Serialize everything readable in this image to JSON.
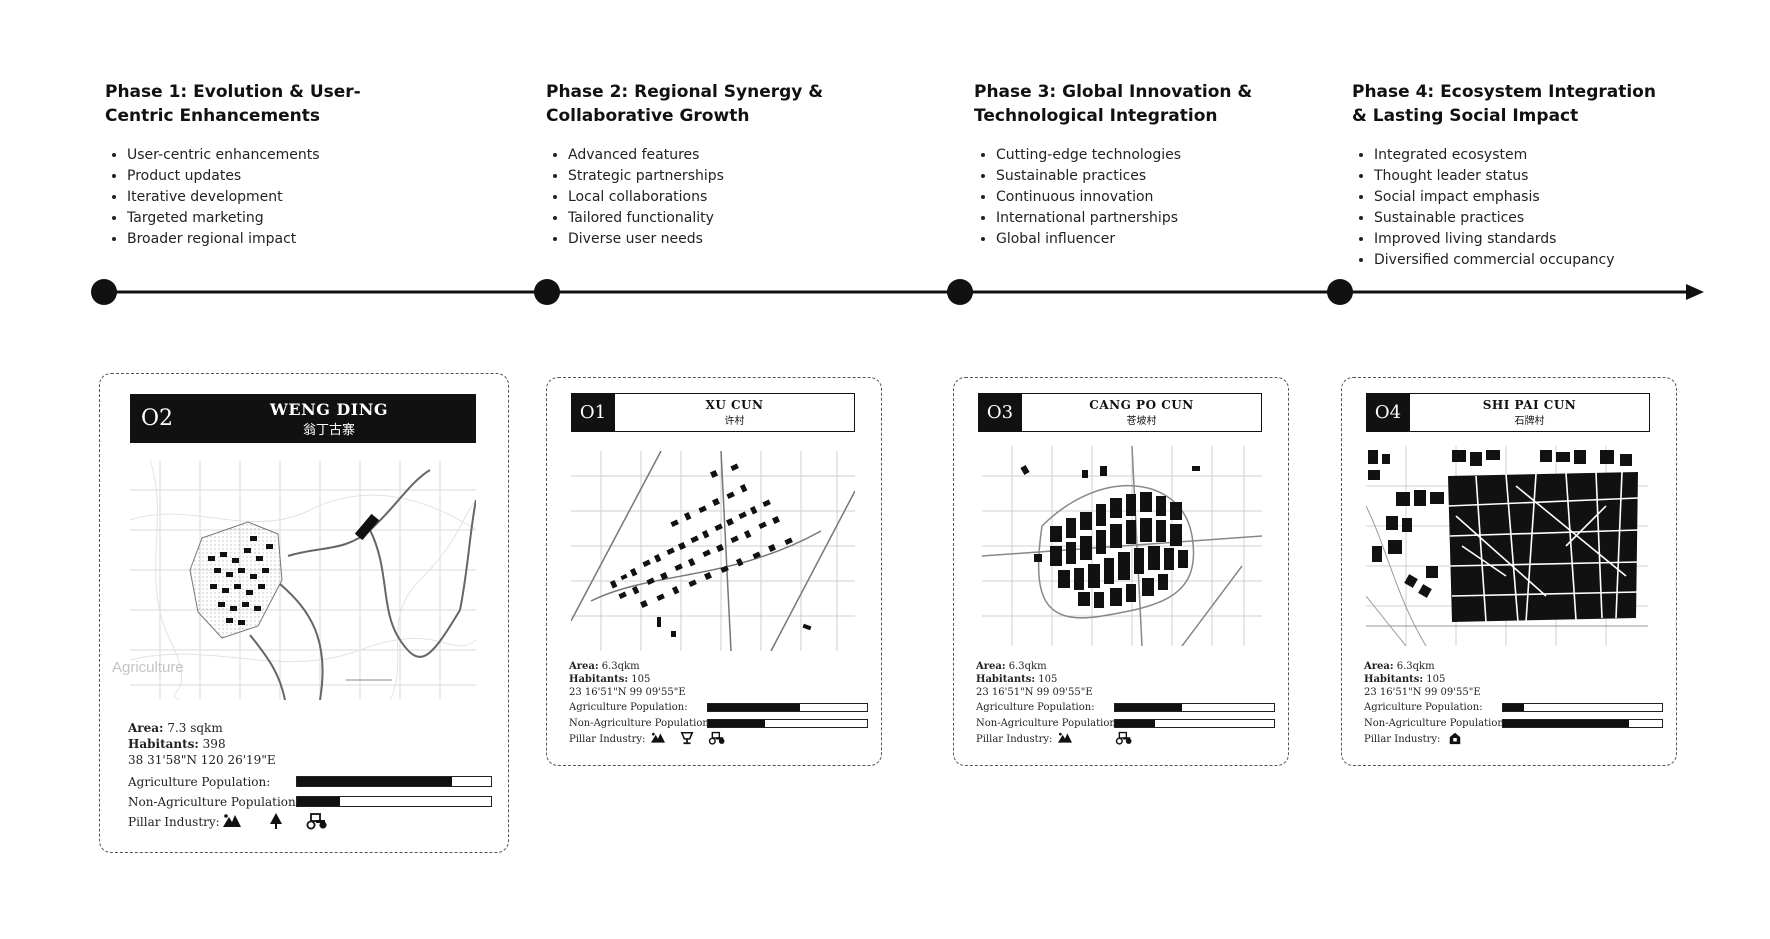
{
  "phases": [
    {
      "title": "Phase 1: Evolution & User-\nCentric Enhancements",
      "items": [
        "User-centric enhancements",
        "Product updates",
        "Iterative development",
        "Targeted marketing",
        "Broader regional impact"
      ]
    },
    {
      "title": "Phase 2: Regional Synergy &\nCollaborative Growth",
      "items": [
        "Advanced features",
        "Strategic partnerships",
        "Local collaborations",
        "Tailored functionality",
        "Diverse user needs"
      ]
    },
    {
      "title": "Phase 3: Global Innovation &\nTechnological Integration",
      "items": [
        "Cutting-edge technologies",
        "Sustainable practices",
        "Continuous innovation",
        "International partnerships",
        "Global influencer"
      ]
    },
    {
      "title": "Phase 4: Ecosystem Integration\n& Lasting Social Impact",
      "items": [
        "Integrated ecosystem",
        "Thought leader status",
        "Social impact emphasis",
        "Sustainable practices",
        "Improved living standards",
        "Diversified commercial occupancy"
      ]
    }
  ],
  "cards": [
    {
      "number": "O2",
      "name_en": "WENG DING",
      "name_cn": "翁丁古寨",
      "watermark": "Agriculture",
      "area_label": "Area:",
      "area": "7.3 sqkm",
      "habitants_label": "Habitants:",
      "habitants": "398",
      "coords": "38 31'58\"N   120 26'19\"E",
      "agri_label": "Agriculture Population:",
      "agri_fraction": 0.8,
      "nonagri_label": "Non-Agriculture Population:",
      "nonagri_fraction": 0.22,
      "pillar_label": "Pillar Industry:",
      "pillar_icons": [
        "mountain-icon",
        "tree-icon",
        "tractor-icon"
      ]
    },
    {
      "number": "O1",
      "name_en": "XU CUN",
      "name_cn": "许村",
      "area_label": "Area:",
      "area": "6.3qkm",
      "habitants_label": "Habitants:",
      "habitants": "105",
      "coords": "23 16'51\"N   99 09'55\"E",
      "agri_label": "Agriculture Population:",
      "agri_fraction": 0.58,
      "nonagri_label": "Non-Agriculture Population:",
      "nonagri_fraction": 0.36,
      "pillar_label": "Pillar Industry:",
      "pillar_icons": [
        "mountain-icon",
        "cup-icon",
        "tractor-icon"
      ]
    },
    {
      "number": "O3",
      "name_en": "CANG PO CUN",
      "name_cn": "苍坡村",
      "area_label": "Area:",
      "area": "6.3qkm",
      "habitants_label": "Habitants:",
      "habitants": "105",
      "coords": "23 16'51\"N   99 09'55\"E",
      "agri_label": "Agriculture Population:",
      "agri_fraction": 0.42,
      "nonagri_label": "Non-Agriculture Population:",
      "nonagri_fraction": 0.25,
      "pillar_label": "Pillar Industry:",
      "pillar_icons": [
        "mountain-icon",
        "tractor-icon"
      ]
    },
    {
      "number": "O4",
      "name_en": "SHI PAI CUN",
      "name_cn": "石牌村",
      "area_label": "Area:",
      "area": "6.3qkm",
      "habitants_label": "Habitants:",
      "habitants": "105",
      "coords": "23 16'51\"N   99 09'55\"E",
      "agri_label": "Agriculture Population:",
      "agri_fraction": 0.13,
      "nonagri_label": "Non-Agriculture Population:",
      "nonagri_fraction": 0.79,
      "pillar_label": "Pillar Industry:",
      "pillar_icons": [
        "house-icon"
      ]
    }
  ]
}
